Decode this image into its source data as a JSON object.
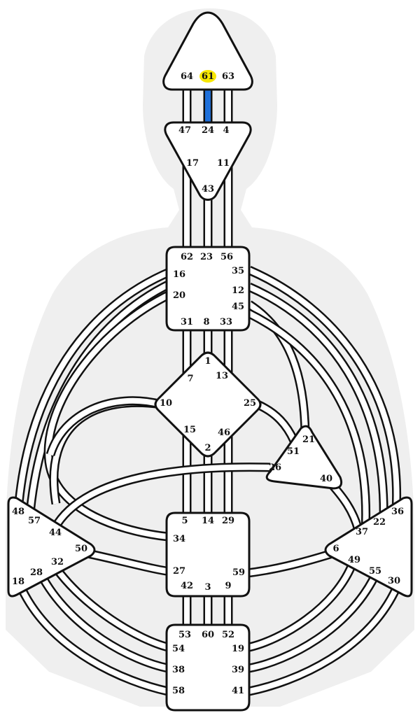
{
  "colors": {
    "background": "#ffffff",
    "silhouette": "#efefef",
    "outline": "#111111",
    "centerFill": "#ffffff",
    "headFill": "#22c67d",
    "activeGateFill": "#f7e700",
    "activeChannel": "#1e6fd9"
  },
  "centers": {
    "head": {
      "gates": [
        "64",
        "61",
        "63"
      ],
      "highlighted": "61"
    },
    "ajna": {
      "gates": [
        "47",
        "24",
        "4",
        "17",
        "11",
        "43"
      ]
    },
    "throat": {
      "gates": [
        "62",
        "23",
        "56",
        "16",
        "35",
        "20",
        "12",
        "45",
        "31",
        "8",
        "33"
      ]
    },
    "g": {
      "gates": [
        "1",
        "7",
        "13",
        "10",
        "25",
        "15",
        "46",
        "2"
      ]
    },
    "ego": {
      "gates": [
        "21",
        "51",
        "26",
        "40"
      ]
    },
    "spleen": {
      "gates": [
        "48",
        "57",
        "44",
        "50",
        "32",
        "28",
        "18"
      ]
    },
    "sacral": {
      "gates": [
        "5",
        "14",
        "29",
        "34",
        "27",
        "59",
        "42",
        "3",
        "9"
      ]
    },
    "solar_plexus": {
      "gates": [
        "36",
        "22",
        "37",
        "6",
        "49",
        "55",
        "30"
      ]
    },
    "root": {
      "gates": [
        "53",
        "60",
        "52",
        "54",
        "19",
        "38",
        "39",
        "58",
        "41"
      ]
    }
  },
  "defined_channels": [
    "61-24"
  ]
}
